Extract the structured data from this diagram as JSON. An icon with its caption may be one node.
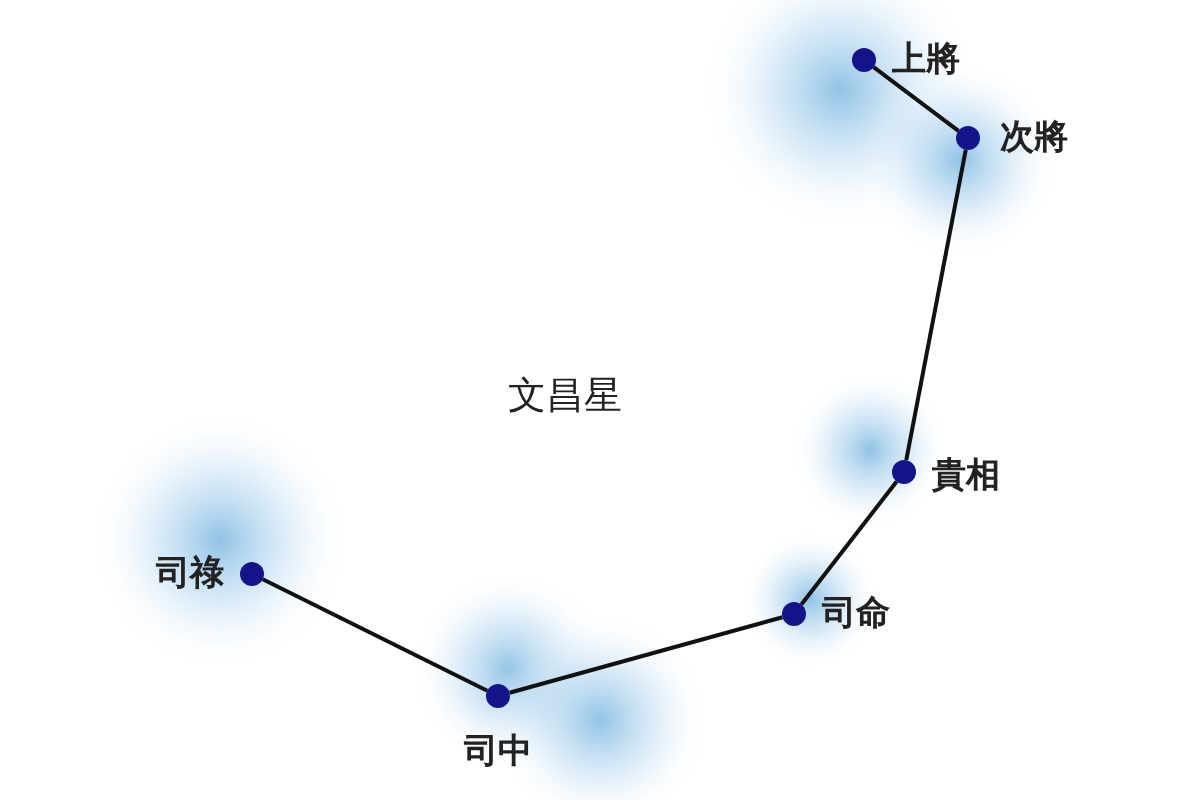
{
  "diagram": {
    "title": "文昌星",
    "nodes": [
      {
        "text": [],
        "shape": "circle",
        "beside": [
          "上將"
        ]
      },
      {
        "text": [],
        "shape": "circle",
        "beside": [
          "次將"
        ]
      },
      {
        "text": [],
        "shape": "circle",
        "beside": [
          "貴相"
        ]
      },
      {
        "text": [],
        "shape": "circle",
        "beside": [
          "司命"
        ]
      },
      {
        "text": [],
        "shape": "circle",
        "beside": [
          "司中"
        ]
      },
      {
        "text": [],
        "shape": "circle",
        "beside": [
          "司祿"
        ]
      }
    ],
    "edges": [
      {
        "from": 0,
        "to": 1,
        "arrow": "none"
      },
      {
        "from": 1,
        "to": 2,
        "arrow": "none"
      },
      {
        "from": 2,
        "to": 3,
        "arrow": "none"
      },
      {
        "from": 3,
        "to": 4,
        "arrow": "none"
      },
      {
        "from": 4,
        "to": 5,
        "arrow": "none"
      }
    ]
  }
}
